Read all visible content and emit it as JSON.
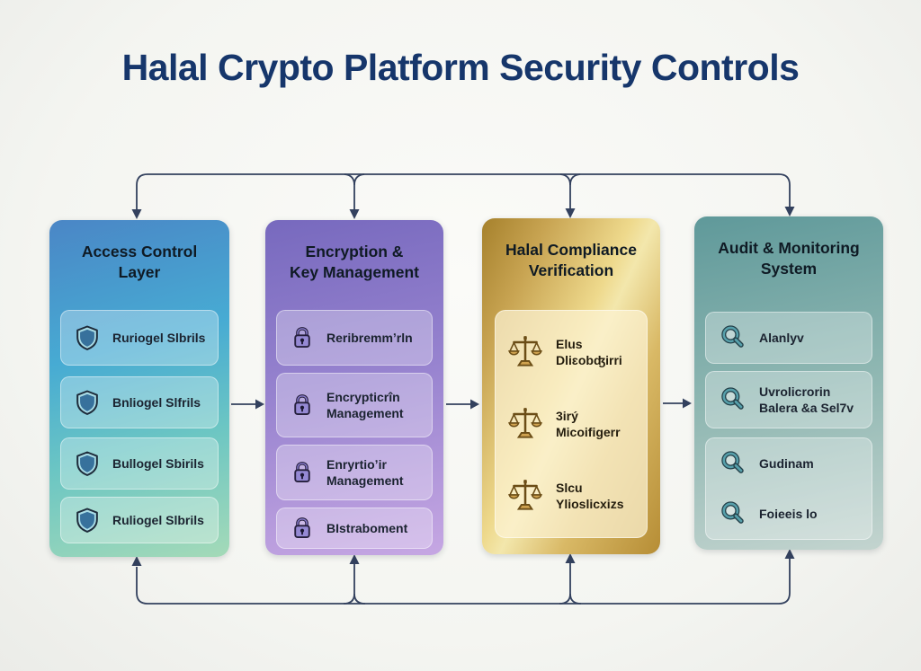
{
  "title": "Halal Crypto Platform Security Controls",
  "colors": {
    "background": "#f4f5f1",
    "title_text": "#16366b",
    "connector": "#33415e",
    "panel1_gradient": [
      "#4a86c6",
      "#47abd3",
      "#a4dab8"
    ],
    "panel2_gradient": [
      "#7769be",
      "#c6a7e3"
    ],
    "panel3_gradient": [
      "#a6812c",
      "#f3e7ac",
      "#b68d35"
    ],
    "panel4_gradient": [
      "#5f999a",
      "#c3d4cf"
    ]
  },
  "panels": [
    {
      "id": "access-control-layer",
      "title_lines": [
        "Access Control",
        "Layer"
      ],
      "icon": "shield-icon",
      "items": [
        [
          "Ruriogel Slbrils"
        ],
        [
          "Bnliogel Slfrils"
        ],
        [
          "Bullogel Sbirils"
        ],
        [
          "Ruliogel Slbrils"
        ]
      ]
    },
    {
      "id": "encryption-key-management",
      "title_lines": [
        "Encryption &",
        "Key Management"
      ],
      "icon": "lock-icon",
      "items": [
        [
          "Reribremmʼrln"
        ],
        [
          "Encrypticrîn",
          "Management"
        ],
        [
          "Enryrtioʼir",
          "Management"
        ],
        [
          "BIstraboment"
        ]
      ]
    },
    {
      "id": "halal-compliance-verification",
      "title_lines": [
        "Halal Compliance",
        "Verification"
      ],
      "icon": "scales-icon",
      "items": [
        [
          "Elus Dliɛobʤirri"
        ],
        [
          "3irý Micoifigerr"
        ],
        [
          "Slcu Ylioslicxizs"
        ]
      ]
    },
    {
      "id": "audit-monitoring-system",
      "title_lines": [
        "Audit & Monitoring",
        "System"
      ],
      "icon": "magnifier-icon",
      "items": [
        [
          "Alanlyv"
        ],
        [
          "Uvrolicrorin",
          "Balera &a Sel7v"
        ],
        [
          "Gudinam"
        ],
        [
          "Foieeis lo"
        ]
      ]
    }
  ]
}
